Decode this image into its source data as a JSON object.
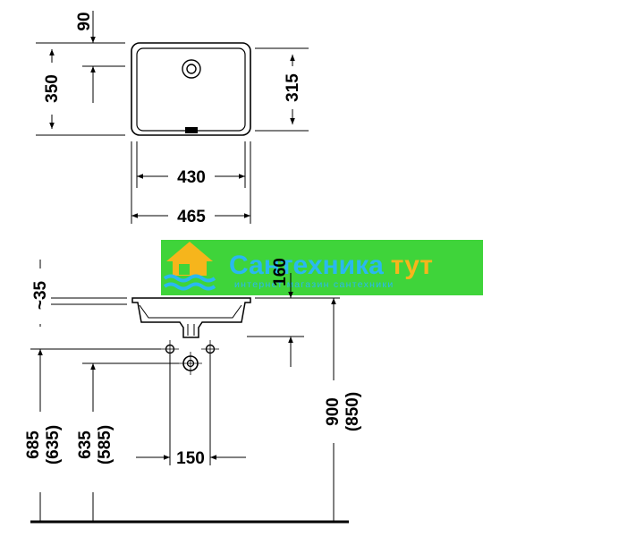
{
  "top_view": {
    "dim_overflow": "90",
    "dim_outer_depth": "350",
    "dim_bowl_depth": "315",
    "dim_bowl_width": "430",
    "dim_outer_width": "465"
  },
  "side_view": {
    "dim_rim": "~35",
    "dim_waste_drop": "160",
    "dim_rim_height": "900",
    "dim_rim_height_alt": "(850)",
    "dim_waste_height": "685",
    "dim_waste_height_alt": "(635)",
    "dim_supply_height": "635",
    "dim_supply_height_alt": "(585)",
    "dim_supply_spacing": "150"
  },
  "watermark": {
    "title_part1": "Сантехника",
    "title_part2": "тут",
    "subtitle": "интернет магазин сантехники",
    "icon": "house-waves-logo-icon",
    "colors": {
      "banner": "#3fd43a",
      "title": "#2ab8f0",
      "accent": "#f6b51c"
    }
  }
}
